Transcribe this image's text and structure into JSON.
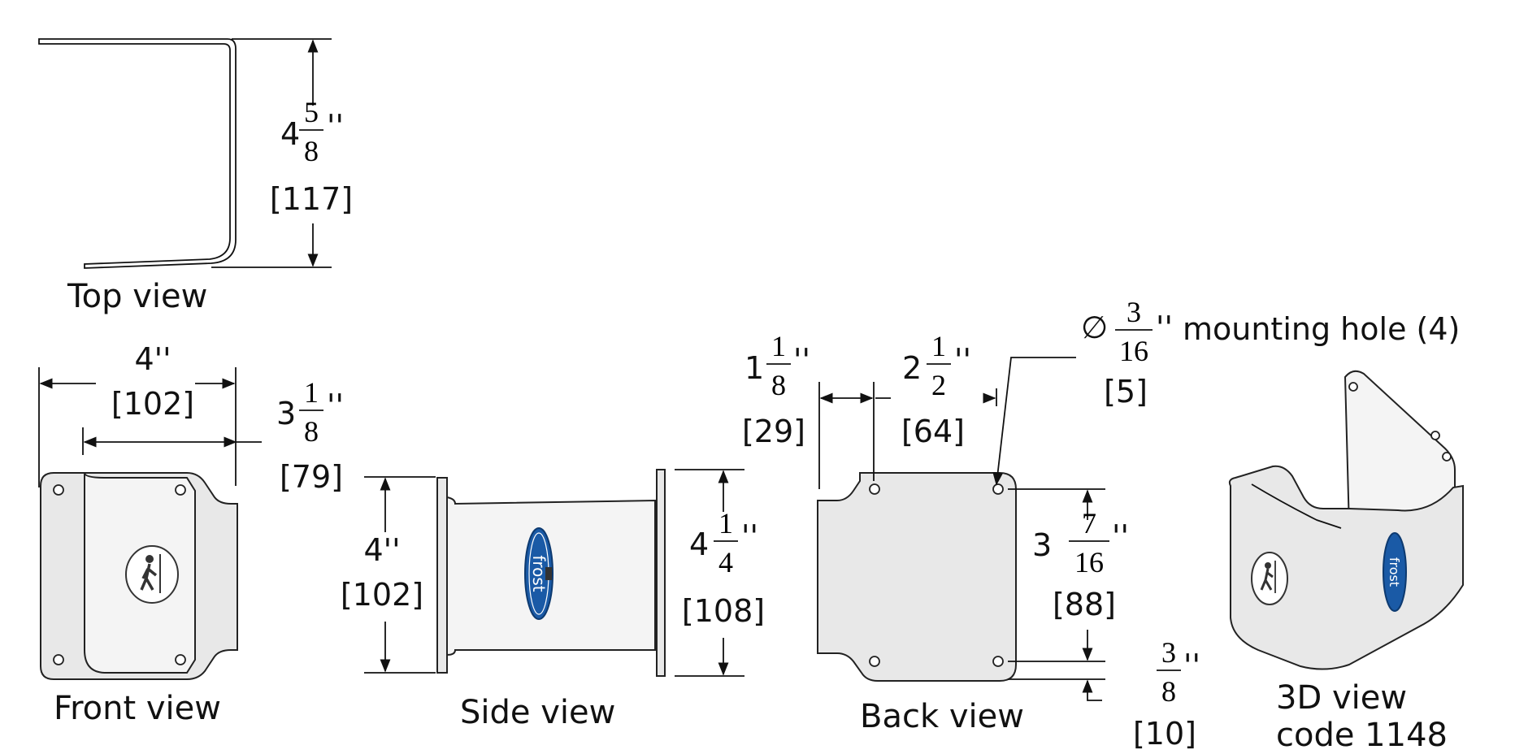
{
  "views": {
    "top": "Top view",
    "front": "Front view",
    "side": "Side view",
    "back": "Back view",
    "three_d": "3D view",
    "code": "code 1148"
  },
  "dimensions": {
    "top_depth": {
      "whole": "4",
      "num": "5",
      "den": "8",
      "unit": "''",
      "metric": "[117]"
    },
    "front_width": {
      "value": "4''",
      "metric": "[102]"
    },
    "front_inner_width": {
      "whole": "3",
      "num": "1",
      "den": "8",
      "unit": "''",
      "metric": "[79]"
    },
    "side_height": {
      "value": "4''",
      "metric": "[102]"
    },
    "side_flange_height": {
      "whole": "4",
      "num": "1",
      "den": "4",
      "unit": "''",
      "metric": "[108]"
    },
    "back_edge_offset": {
      "whole": "1",
      "num": "1",
      "den": "8",
      "unit": "''",
      "metric": "[29]"
    },
    "back_hole_spacing_h": {
      "whole": "2",
      "num": "1",
      "den": "2",
      "unit": "''",
      "metric": "[64]"
    },
    "back_hole_spacing_v": {
      "whole": "3",
      "num": "7",
      "den": "16",
      "unit": "''",
      "metric": "[88]"
    },
    "back_bottom_offset": {
      "num": "3",
      "den": "8",
      "unit": "''",
      "metric": "[10]"
    },
    "mounting_hole": {
      "symbol": "∅",
      "num": "3",
      "den": "16",
      "unit": "''",
      "note": "mounting hole (4)",
      "metric": "[5]"
    }
  },
  "logo": {
    "brand_text": "frost",
    "brand_color": "#1a5aa6"
  },
  "icons": [
    "hiker-sign-icon",
    "frost-logo-icon"
  ]
}
